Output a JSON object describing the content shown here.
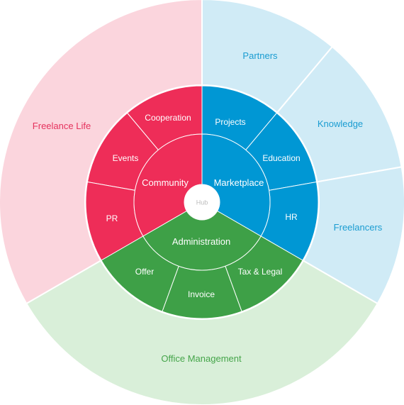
{
  "colors": {
    "community": "#ee2d58",
    "marketplace": "#0097d4",
    "administration": "#3ea047",
    "outer_community": "#fbd5dd",
    "outer_marketplace": "#d0ebf6",
    "outer_administration": "#d9efd9",
    "outer_community_text": "#e5325d",
    "outer_marketplace_text": "#1a9cd1",
    "outer_administration_text": "#45a54a",
    "hub_text": "#bbbbbb"
  },
  "hub": {
    "label": "Hub"
  },
  "sectors": [
    {
      "key": "community",
      "label": "Community",
      "color_key": "community",
      "sub_items": [
        "Cooperation",
        "Events",
        "PR"
      ]
    },
    {
      "key": "marketplace",
      "label": "Marketplace",
      "color_key": "marketplace",
      "sub_items": [
        "Projects",
        "Education",
        "HR"
      ]
    },
    {
      "key": "administration",
      "label": "Administration",
      "color_key": "administration",
      "sub_items": [
        "Tax & Legal",
        "Invoice",
        "Offer"
      ]
    }
  ],
  "outer": {
    "community": [
      "Freelance Life"
    ],
    "marketplace": [
      "Partners",
      "Knowledge",
      "Freelancers"
    ],
    "administration": [
      "Office Management"
    ]
  }
}
